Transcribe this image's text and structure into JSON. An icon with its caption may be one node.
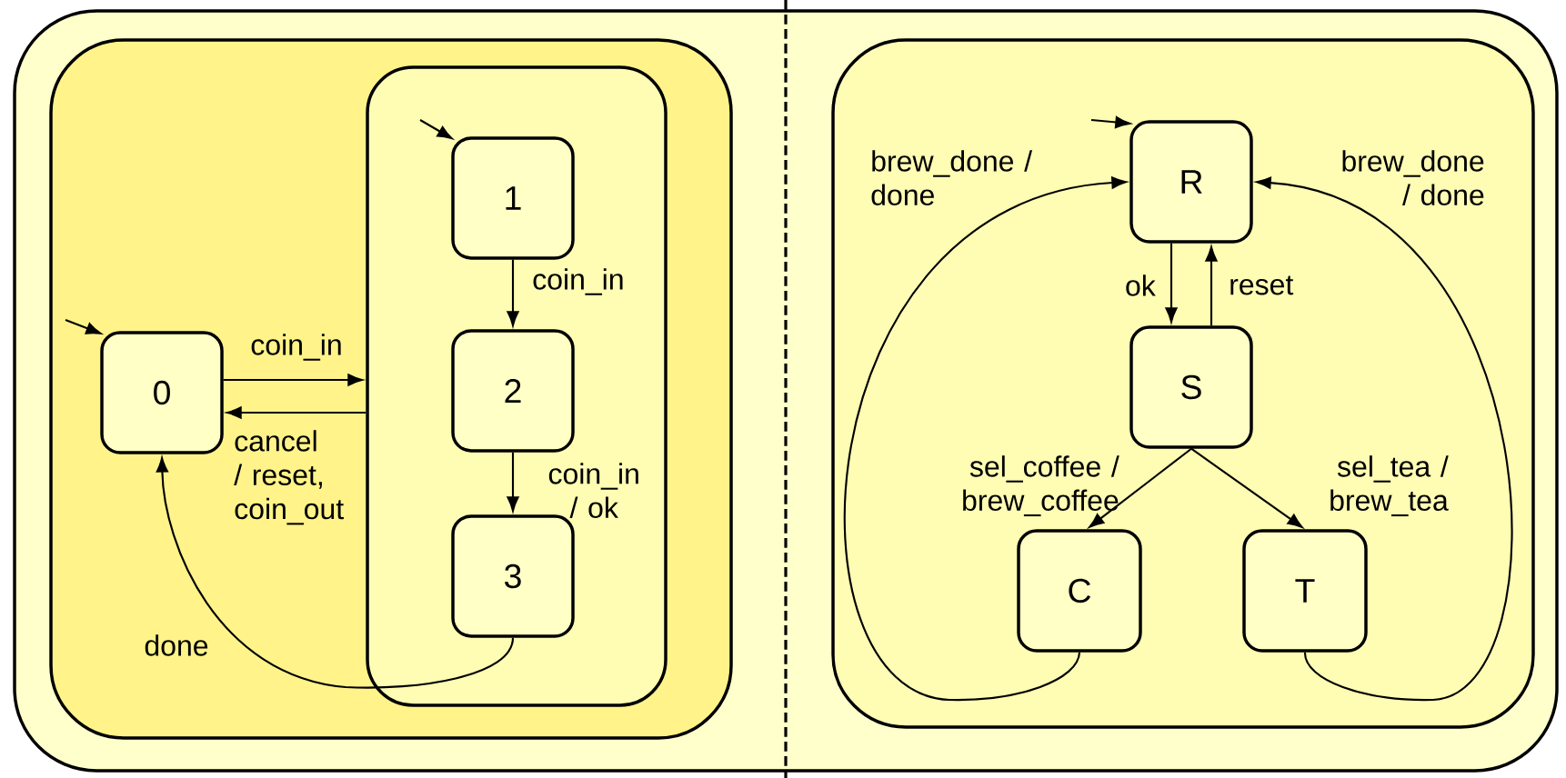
{
  "diagram": {
    "nodes": [
      {
        "text": [],
        "shape": "box"
      },
      {
        "text": [],
        "shape": "box",
        "in": 0
      },
      {
        "text": [
          "0"
        ],
        "in": 1
      },
      {
        "text": [],
        "shape": "box",
        "in": 1
      },
      {
        "text": [
          "1"
        ],
        "in": 3
      },
      {
        "text": [
          "2"
        ],
        "in": 3
      },
      {
        "text": [
          "3"
        ],
        "in": 3
      },
      {
        "text": [],
        "shape": "box",
        "in": 0
      },
      {
        "text": [
          "R"
        ],
        "in": 7
      },
      {
        "text": [
          "S"
        ],
        "in": 7
      },
      {
        "text": [
          "C"
        ],
        "in": 7
      },
      {
        "text": [
          "T"
        ],
        "in": 7
      }
    ],
    "edges": [
      {
        "from": null,
        "to": 2,
        "arrow": "to"
      },
      {
        "from": 2,
        "to": 3,
        "arrow": "to",
        "label": "coin_in"
      },
      {
        "from": 3,
        "to": 2,
        "arrow": "to",
        "label": "cancel / reset, coin_out"
      },
      {
        "from": null,
        "to": 4,
        "arrow": "to"
      },
      {
        "from": 4,
        "to": 5,
        "arrow": "to",
        "label": "coin_in"
      },
      {
        "from": 5,
        "to": 6,
        "arrow": "to",
        "label": "coin_in / ok"
      },
      {
        "from": 6,
        "to": 2,
        "arrow": "to",
        "label": "done"
      },
      {
        "from": null,
        "to": 8,
        "arrow": "to"
      },
      {
        "from": 8,
        "to": 9,
        "arrow": "to",
        "label": "ok"
      },
      {
        "from": 9,
        "to": 8,
        "arrow": "to",
        "label": "reset"
      },
      {
        "from": 9,
        "to": 10,
        "arrow": "to",
        "label": "sel_coffee / brew_coffee"
      },
      {
        "from": 9,
        "to": 11,
        "arrow": "to",
        "label": "sel_tea / brew_tea"
      },
      {
        "from": 10,
        "to": 8,
        "arrow": "to",
        "label": "brew_done / done"
      },
      {
        "from": 11,
        "to": 8,
        "arrow": "to",
        "label": "brew_done / done"
      }
    ]
  }
}
